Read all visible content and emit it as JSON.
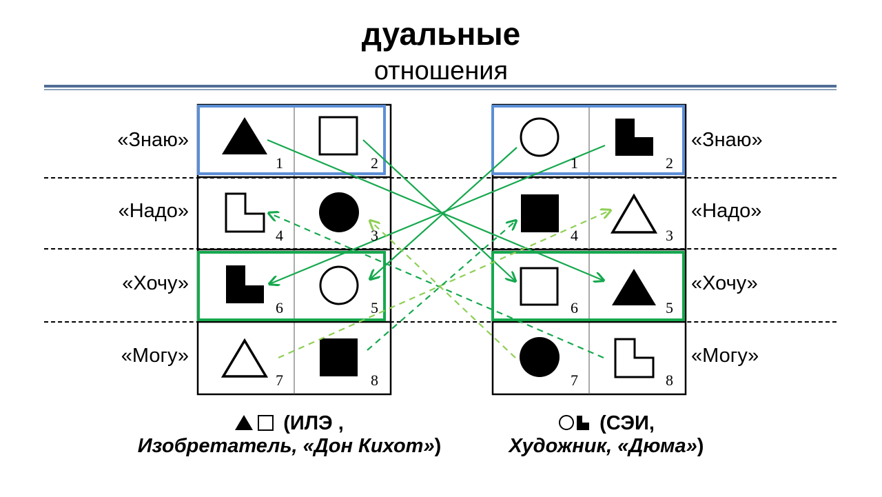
{
  "title": "дуальные",
  "subtitle": "отношения",
  "rows": [
    "«Знаю»",
    "«Надо»",
    "«Хочу»",
    "«Могу»"
  ],
  "left_grid": {
    "cells": [
      {
        "num": "1",
        "shape": "filled-triangle-icon"
      },
      {
        "num": "2",
        "shape": "outline-square-icon"
      },
      {
        "num": "4",
        "shape": "outline-l-shape-icon"
      },
      {
        "num": "3",
        "shape": "filled-circle-icon"
      },
      {
        "num": "6",
        "shape": "filled-l-shape-icon"
      },
      {
        "num": "5",
        "shape": "outline-circle-icon"
      },
      {
        "num": "7",
        "shape": "outline-triangle-icon"
      },
      {
        "num": "8",
        "shape": "filled-square-icon"
      }
    ],
    "caption_line1": "(ИЛЭ ,",
    "caption_line2": "Изобретатель, «Дон Кихот»",
    "caption_close": ")"
  },
  "right_grid": {
    "cells": [
      {
        "num": "1",
        "shape": "outline-circle-icon"
      },
      {
        "num": "2",
        "shape": "filled-l-shape-icon"
      },
      {
        "num": "4",
        "shape": "filled-square-icon"
      },
      {
        "num": "3",
        "shape": "outline-triangle-icon"
      },
      {
        "num": "6",
        "shape": "outline-square-icon"
      },
      {
        "num": "5",
        "shape": "filled-triangle-icon"
      },
      {
        "num": "7",
        "shape": "filled-circle-icon"
      },
      {
        "num": "8",
        "shape": "outline-l-shape-icon"
      }
    ],
    "caption_line1": "(СЭИ,",
    "caption_line2": "Художник, «Дюма»",
    "caption_close": ")"
  },
  "colors": {
    "highlight_blue": "#5b8ed6",
    "highlight_green": "#16a84e",
    "arrow_green": "#16a84e",
    "arrow_light_green": "#8fcf55",
    "rule": "#4f6d96"
  }
}
